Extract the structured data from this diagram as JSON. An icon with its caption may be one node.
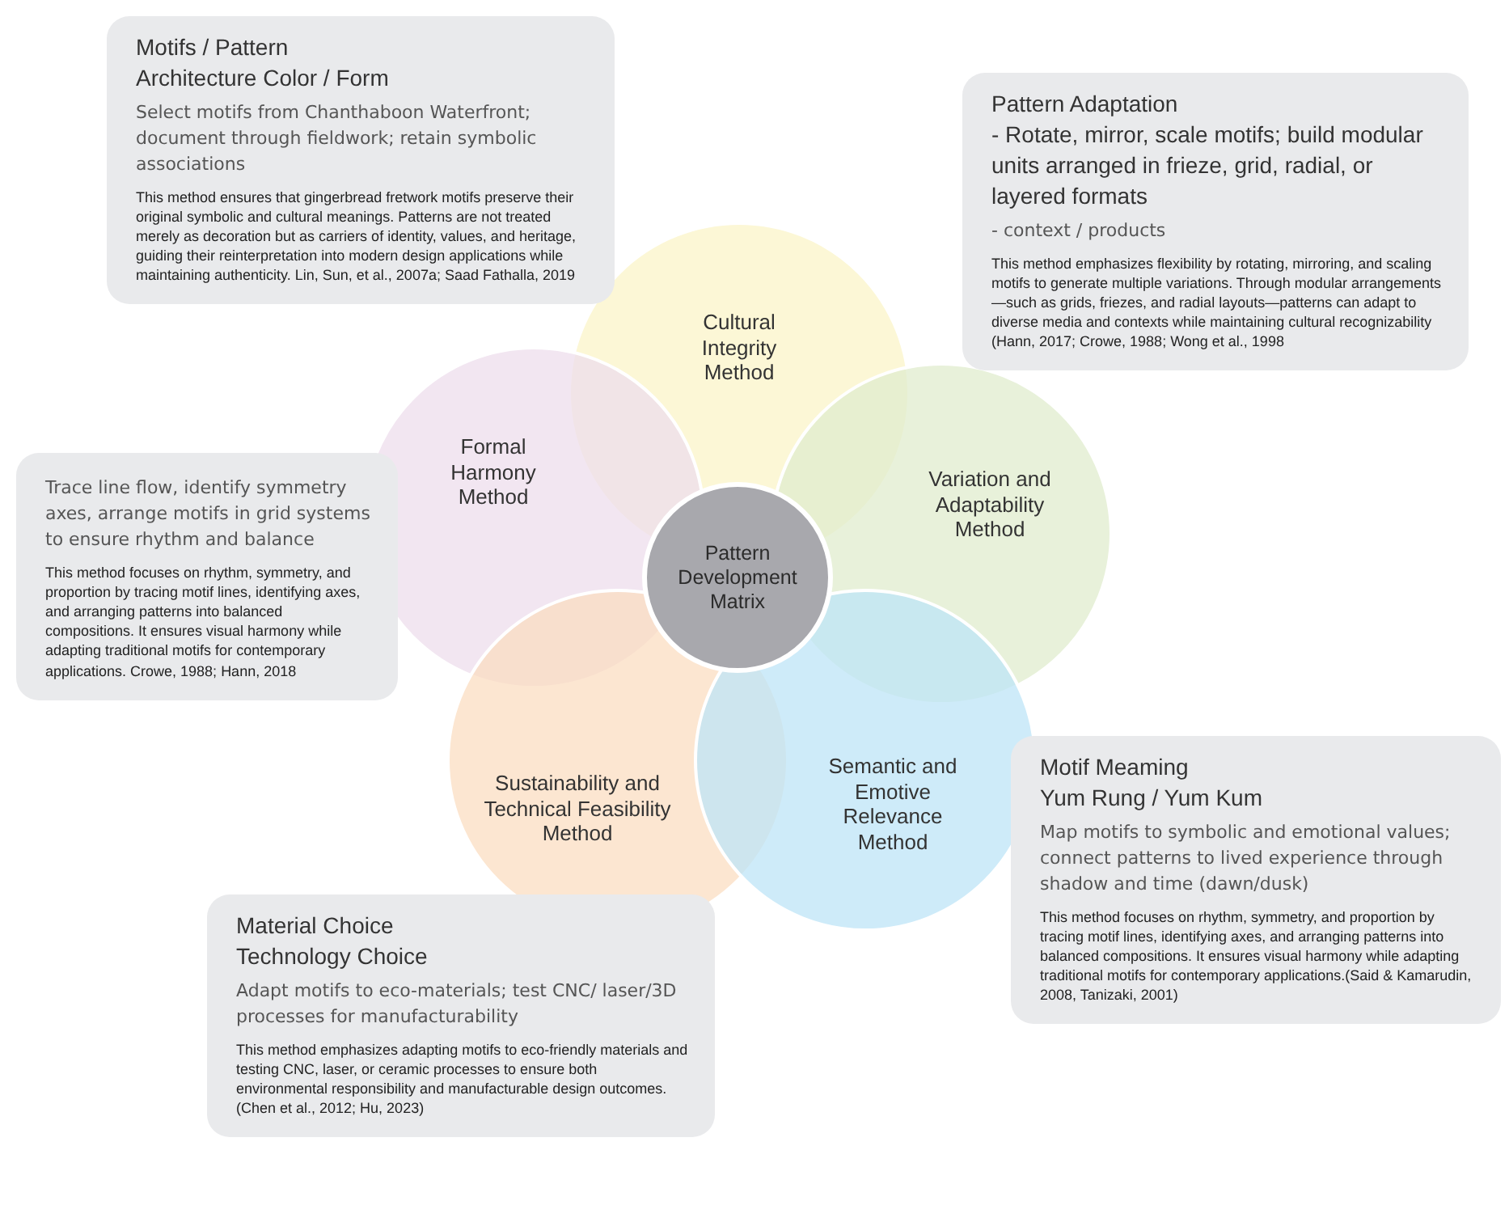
{
  "diagram": {
    "nodes": [
      {
        "text": [
          "Pattern Development Matrix"
        ]
      },
      {
        "text": [
          "Cultural Integrity Method"
        ]
      },
      {
        "text": [
          "Formal Harmony Method"
        ]
      },
      {
        "text": [
          "Variation and Adaptability Method"
        ]
      },
      {
        "text": [
          "Sustainability and Technical Feasibility Method"
        ]
      },
      {
        "text": [
          "Semantic and Emotive Relevance Method"
        ]
      },
      {
        "text": [
          "Motifs / Pattern",
          "Architecture Color / Form",
          "Select motifs from Chanthaboon Waterfront; document through fieldwork; retain symbolic associations",
          "This method ensures that gingerbread fretwork motifs preserve their original symbolic and cultural meanings. Patterns are not treated merely as decoration but as carriers of identity, values, and heritage, guiding their reinterpretation into modern design applications while maintaining authenticity. Lin, Sun, et al., 2007a; Saad Fathalla, 2019"
        ]
      },
      {
        "text": [
          "Pattern Adaptation",
          "- Rotate, mirror, scale motifs; build modular units arranged in frieze, grid, radial, or layered formats",
          "- context / products",
          "This method emphasizes flexibility by rotating, mirroring, and scaling motifs to generate multiple variations. Through modular arrangements—such as grids, friezes, and radial layouts—patterns can adapt to diverse media and contexts while maintaining cultural recognizability (Hann, 2017; Crowe, 1988; Wong et al., 1998"
        ]
      },
      {
        "text": [
          "Trace line flow, identify symmetry axes, arrange motifs in grid systems to ensure rhythm and balance",
          "This method focuses on rhythm, symmetry, and proportion by tracing motif lines, identifying axes, and arranging patterns into balanced compositions. It ensures visual harmony while adapting traditional motifs for contemporary applications. Crowe, 1988; Hann, 2018"
        ]
      },
      {
        "text": [
          "Motif Meaming",
          "Yum Rung / Yum Kum",
          "Map motifs to symbolic and emotional values; connect patterns to lived experience through shadow and time (dawn/dusk)",
          "This method focuses on rhythm, symmetry, and proportion by tracing motif lines, identifying axes, and arranging patterns into balanced compositions. It ensures visual harmony while adapting traditional motifs for contemporary applications.(Said & Kamarudin, 2008, Tanizaki, 2001)"
        ]
      },
      {
        "text": [
          "Material Choice",
          "Technology Choice",
          "Adapt motifs to eco-materials; test CNC/ laser/3D processes for manufacturability",
          "This method emphasizes adapting motifs to eco-friendly materials and testing CNC, laser, or ceramic processes to ensure both environmental responsibility and manufacturable design outcomes. (Chen et al., 2012; Hu, 2023)"
        ]
      }
    ]
  }
}
